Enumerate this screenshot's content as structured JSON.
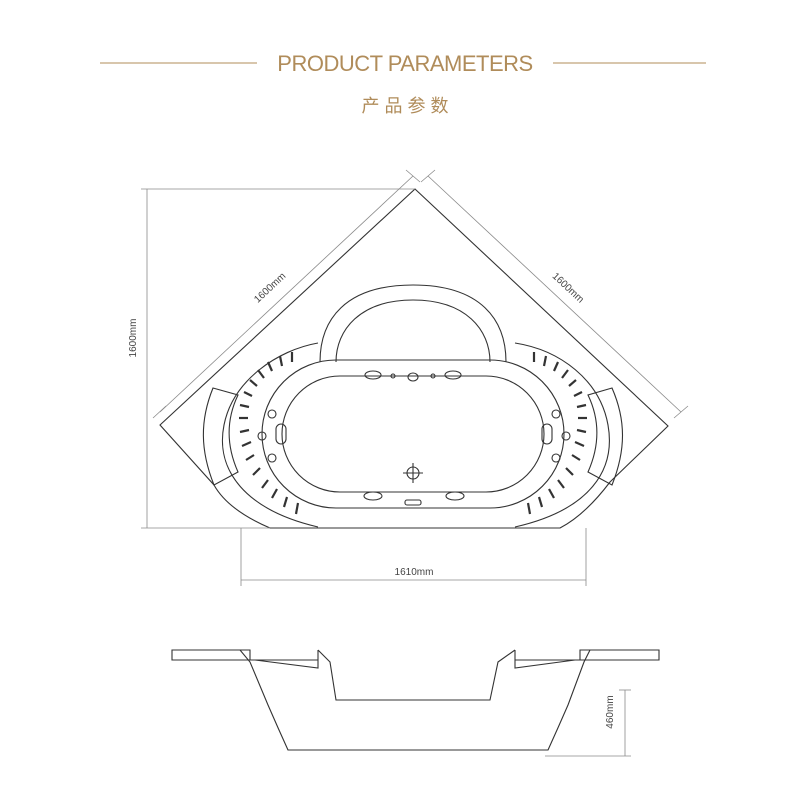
{
  "header": {
    "title": "PRODUCT PARAMETERS",
    "subtitle": "产 品 参 数"
  },
  "dimensions": {
    "top_left_edge": "1600mm",
    "top_right_edge": "1600mm",
    "height": "1600mm",
    "width": "1610mm",
    "depth": "460mm"
  },
  "colors": {
    "accent": "#b08c5a",
    "line": "#333333",
    "dim_line": "#8a8a8a"
  }
}
